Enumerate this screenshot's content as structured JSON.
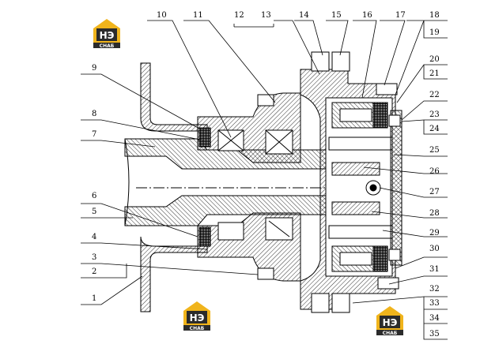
{
  "labels": {
    "p1": "1",
    "p2": "2",
    "p3": "3",
    "p4": "4",
    "p5": "5",
    "p6": "6",
    "p7": "7",
    "p8": "8",
    "p9": "9",
    "p10": "10",
    "p11": "11",
    "p12": "12",
    "p13": "13",
    "p14": "14",
    "p15": "15",
    "p16": "16",
    "p17": "17",
    "p18": "18",
    "p19": "19",
    "p20": "20",
    "p21": "21",
    "p22": "22",
    "p23": "23",
    "p24": "24",
    "p25": "25",
    "p26": "26",
    "p27": "27",
    "p28": "28",
    "p29": "29",
    "p30": "30",
    "p31": "31",
    "p32": "32",
    "p33": "33",
    "p34": "34",
    "p35": "35"
  },
  "logo": {
    "mark": "НЭ",
    "sub": "СНАБ"
  },
  "colors": {
    "logo_primary": "#f0b41c",
    "logo_dark": "#2b2b2b",
    "line": "#000000"
  }
}
